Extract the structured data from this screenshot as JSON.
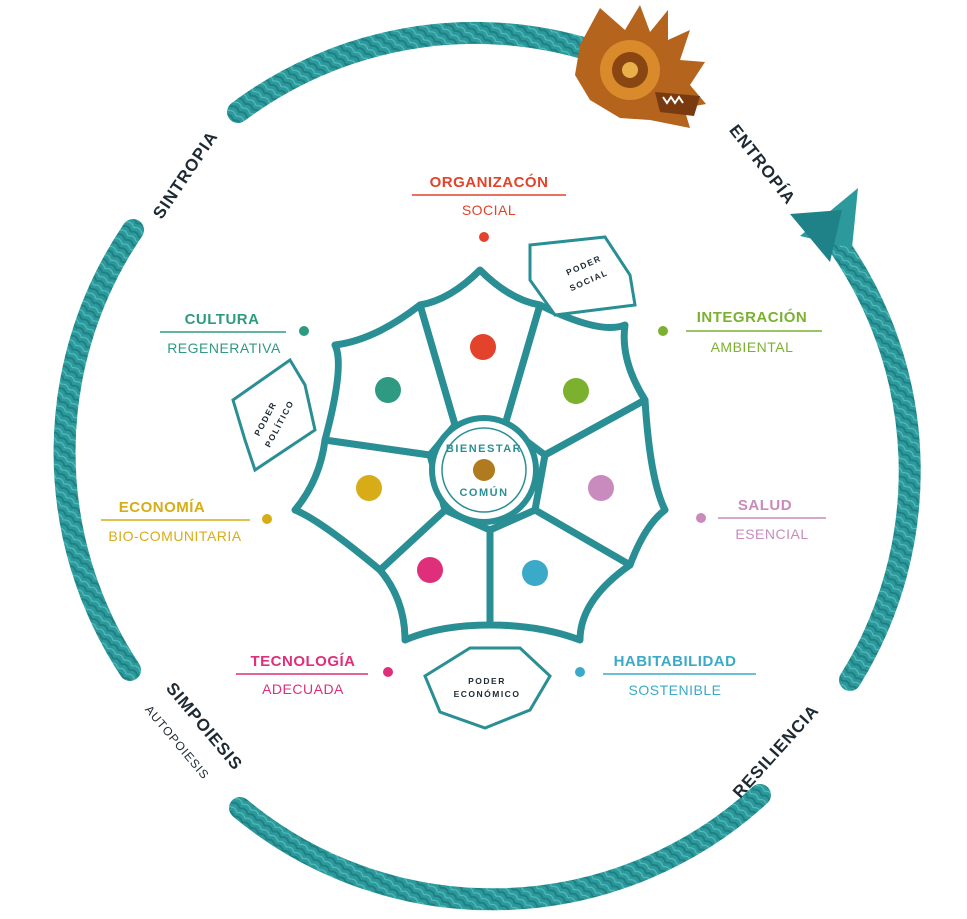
{
  "colors": {
    "teal": "#2c9a9c",
    "teal_dark": "#1d6f78",
    "organizacion": "#e2432a",
    "integracion": "#7bb12f",
    "salud": "#c98bbd",
    "habitabilidad": "#3aaac8",
    "tecnologia": "#df2f7a",
    "economia": "#d7ac17",
    "cultura": "#2f9a82",
    "center_dot": "#b07a1e",
    "ink": "#1d2a33"
  },
  "cycle": {
    "sintropia": "SINTROPIA",
    "entropia": "ENTROPÍA",
    "resiliencia": "RESILIENCIA",
    "simpoiesis": "SIMPOIESIS",
    "autopoiesis": "AUTOPOIESIS"
  },
  "center": {
    "line1": "BIENESTAR",
    "line2": "COMÚN"
  },
  "dimensions": {
    "organizacion": {
      "title": "ORGANIZACÓN",
      "sub": "SOCIAL"
    },
    "integracion": {
      "title": "INTEGRACIÓN",
      "sub": "AMBIENTAL"
    },
    "salud": {
      "title": "SALUD",
      "sub": "ESENCIAL"
    },
    "habitabilidad": {
      "title": "HABITABILIDAD",
      "sub": "SOSTENIBLE"
    },
    "tecnologia": {
      "title": "TECNOLOGÍA",
      "sub": "ADECUADA"
    },
    "economia": {
      "title": "ECONOMÍA",
      "sub": "BIO-COMUNITARIA"
    },
    "cultura": {
      "title": "CULTURA",
      "sub": "REGENERATIVA"
    }
  },
  "powers": {
    "social": {
      "line1": "PODER",
      "line2": "SOCIAL"
    },
    "politico": {
      "line1": "PODER",
      "line2": "POLÍTICO"
    },
    "economico": {
      "line1": "PODER",
      "line2": "ECONÓMICO"
    }
  },
  "icons": {
    "serpent": "feathered-serpent-head-icon",
    "tail": "serpent-tail-icon"
  }
}
